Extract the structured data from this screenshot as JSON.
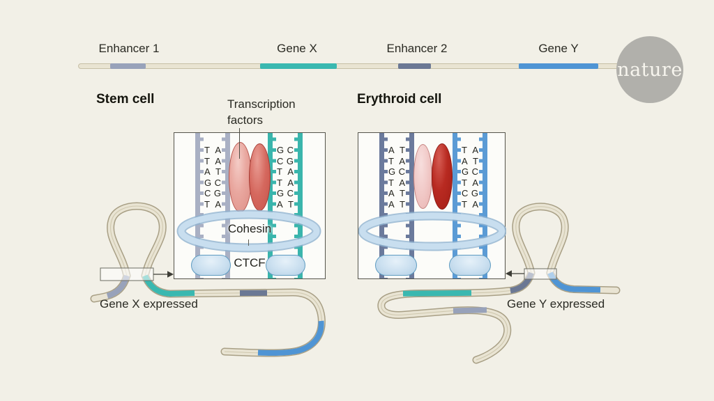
{
  "palette": {
    "bg": "#f2f0e7",
    "enhancer1": "#98a2ba",
    "geneX": "#3ab8b0",
    "enhancer2": "#6b7894",
    "geneY": "#4f94d4",
    "cohesin": "#c9dff0",
    "ctcf": "#cde2f2",
    "logo_gray": "#b1b0ab",
    "strand_beige": "#e9e4d3"
  },
  "legend": {
    "items": [
      {
        "label": "Enhancer 1",
        "color": "#98a2ba"
      },
      {
        "label": "Gene X",
        "color": "#3ab8b0"
      },
      {
        "label": "Enhancer 2",
        "color": "#6b7894"
      },
      {
        "label": "Gene Y",
        "color": "#4f94d4"
      }
    ]
  },
  "logo": {
    "text": "nature"
  },
  "panels": [
    {
      "title": "Stem cell",
      "caption": "Gene X expressed",
      "labels": {
        "transcription_factors": "Transcription factors",
        "cohesin": "Cohesin",
        "ctcf": "CTCF"
      },
      "left_strand": {
        "color": "#a9b0c4",
        "pairs": [
          [
            "T",
            "A"
          ],
          [
            "T",
            "A"
          ],
          [
            "A",
            "T"
          ],
          [
            "G",
            "C"
          ],
          [
            "C",
            "G"
          ],
          [
            "T",
            "A"
          ]
        ]
      },
      "right_strand": {
        "color": "#3ab5ac",
        "pairs": [
          [
            "G",
            "C"
          ],
          [
            "C",
            "G"
          ],
          [
            "T",
            "A"
          ],
          [
            "T",
            "A"
          ],
          [
            "G",
            "C"
          ],
          [
            "A",
            "T"
          ]
        ]
      }
    },
    {
      "title": "Erythroid cell",
      "caption": "Gene Y expressed",
      "left_strand": {
        "color": "#6b7a9c",
        "pairs": [
          [
            "A",
            "T"
          ],
          [
            "T",
            "A"
          ],
          [
            "G",
            "C"
          ],
          [
            "T",
            "A"
          ],
          [
            "A",
            "T"
          ],
          [
            "A",
            "T"
          ]
        ]
      },
      "right_strand": {
        "color": "#5b9bd5",
        "pairs": [
          [
            "T",
            "A"
          ],
          [
            "A",
            "T"
          ],
          [
            "G",
            "C"
          ],
          [
            "T",
            "A"
          ],
          [
            "C",
            "G"
          ],
          [
            "T",
            "A"
          ]
        ]
      }
    }
  ]
}
